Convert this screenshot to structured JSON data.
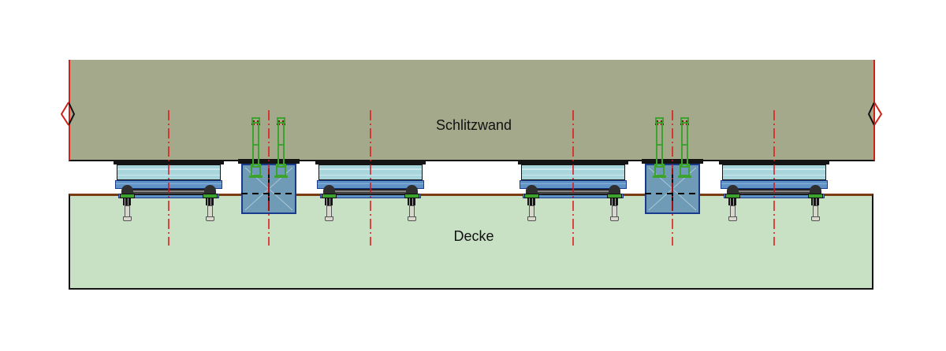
{
  "drawing": {
    "labels": {
      "wall": "Schlitzwand",
      "slab": "Decke"
    },
    "components": {
      "sliding_bearings": 4,
      "shear_connector_boxes": 2,
      "anchors_per_bearing": 2,
      "bolts_per_box": 2,
      "edge_break_symbols": 2,
      "centerlines": 6
    },
    "colors": {
      "wall_fill": "#a5a98b",
      "slab_fill": "#c8e1c4",
      "pad_fill": "#a9d6dd",
      "pad_streak": "#cde9ee",
      "steel_fill": "#6094c6",
      "navy": "#1a3a8e",
      "box_fill": "#6f9bb6",
      "bar_gray": "#3d3d3d",
      "green": "#3da32f",
      "dark_red": "#7e1416",
      "centerline_red": "#e01212",
      "edge_red": "#cc2218",
      "ground_brown": "#7b3c12",
      "anchor_metal": "#d8d8cc",
      "outline_black": "#141414"
    }
  }
}
